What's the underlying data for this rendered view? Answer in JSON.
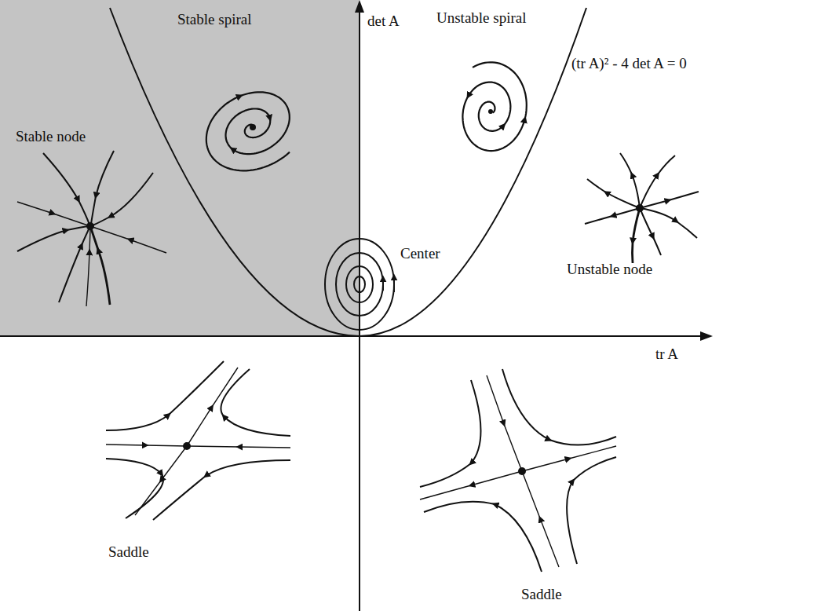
{
  "diagram": {
    "labels": [
      "Stable spiral",
      "det A",
      "Unstable spiral",
      "(tr A)² - 4 det A = 0",
      "Stable node",
      "Center",
      "Unstable node",
      "tr A",
      "Saddle",
      "Saddle"
    ]
  }
}
